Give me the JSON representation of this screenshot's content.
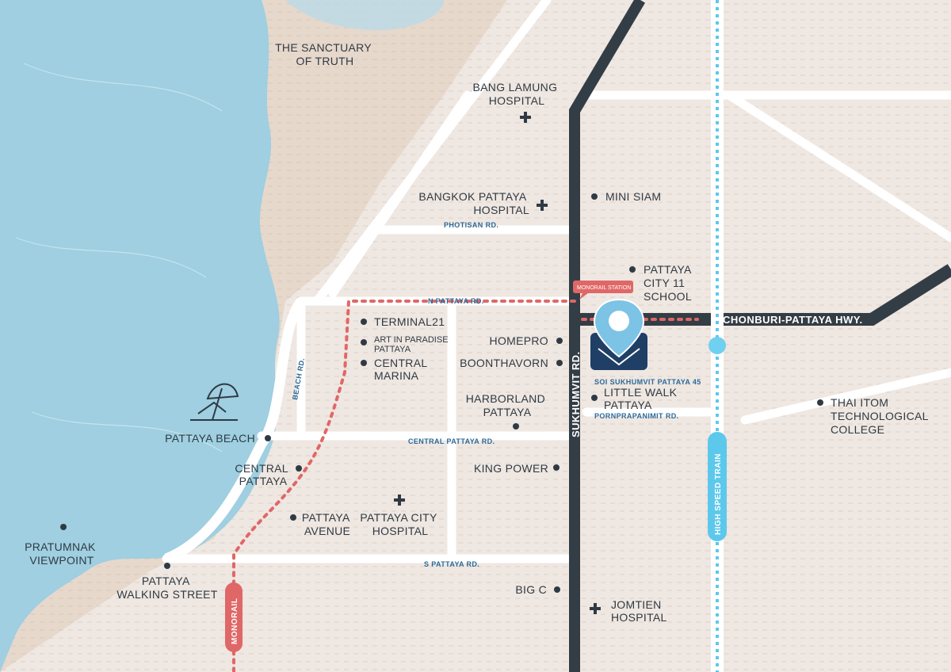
{
  "roads": {
    "photisan": "PHOTISAN RD.",
    "n_pattaya": "N PATTAYA RD.",
    "central_pattaya": "CENTRAL PATTAYA RD.",
    "s_pattaya": "S PATTAYA RD.",
    "beach": "BEACH RD.",
    "sukhumvit": "SUKHUMVIT RD.",
    "soi_sukhumvit_45": "SOI SUKHUMVIT PATTAYA 45",
    "pornprapanimit": "PORNPRAPANIMIT RD.",
    "chonburi_hwy": "CHONBURI-PATTAYA HWY."
  },
  "transit": {
    "monorail": "MONORAIL",
    "monorail_station": "MONORAIL STATION",
    "high_speed_train": "HIGH SPEED TRAIN"
  },
  "places": {
    "sanctuary": [
      "THE SANCTUARY",
      "OF TRUTH"
    ],
    "bang_lamung": [
      "BANG LAMUNG",
      "HOSPITAL"
    ],
    "bangkok_pattaya": [
      "BANGKOK PATTAYA",
      "HOSPITAL"
    ],
    "mini_siam": "MINI SIAM",
    "city11": [
      "PATTAYA",
      "CITY 11",
      "SCHOOL"
    ],
    "terminal21": "TERMINAL21",
    "art_in_paradise": [
      "ART IN PARADISE",
      "PATTAYA"
    ],
    "central_marina": [
      "CENTRAL",
      "MARINA"
    ],
    "homepro": "HOMEPRO",
    "boonthavorn": "BOONTHAVORN",
    "harborland": [
      "HARBORLAND",
      "PATTAYA"
    ],
    "little_walk": [
      "LITTLE WALK",
      "PATTAYA"
    ],
    "thai_itom": [
      "THAI ITOM",
      "TECHNOLOGICAL",
      "COLLEGE"
    ],
    "pattaya_beach": "PATTAYA BEACH",
    "central_pattaya": [
      "CENTRAL",
      "PATTAYA"
    ],
    "king_power": "KING POWER",
    "pattaya_avenue": [
      "PATTAYA",
      "AVENUE"
    ],
    "city_hospital": [
      "PATTAYA CITY",
      "HOSPITAL"
    ],
    "pratumnak": [
      "PRATUMNAK",
      "VIEWPOINT"
    ],
    "walking_street": [
      "PATTAYA",
      "WALKING STREET"
    ],
    "big_c": "BIG C",
    "jomtien": [
      "JOMTIEN",
      "HOSPITAL"
    ]
  },
  "icons": {
    "beach": "beach-umbrella-icon",
    "hospital": "hospital-cross-icon",
    "location": "location-pin-icon",
    "project": "project-building-icon"
  },
  "colors": {
    "sea": "#9fcfe0",
    "land": "#efe7e1",
    "sand": "#e7d6c9",
    "road": "#ffffff",
    "major_road": "#333d45",
    "monorail": "#e06767",
    "train": "#5cc8ec",
    "pin": "#7cc3e5",
    "road_label": "#2b6a9a",
    "text": "#2f3a44"
  }
}
